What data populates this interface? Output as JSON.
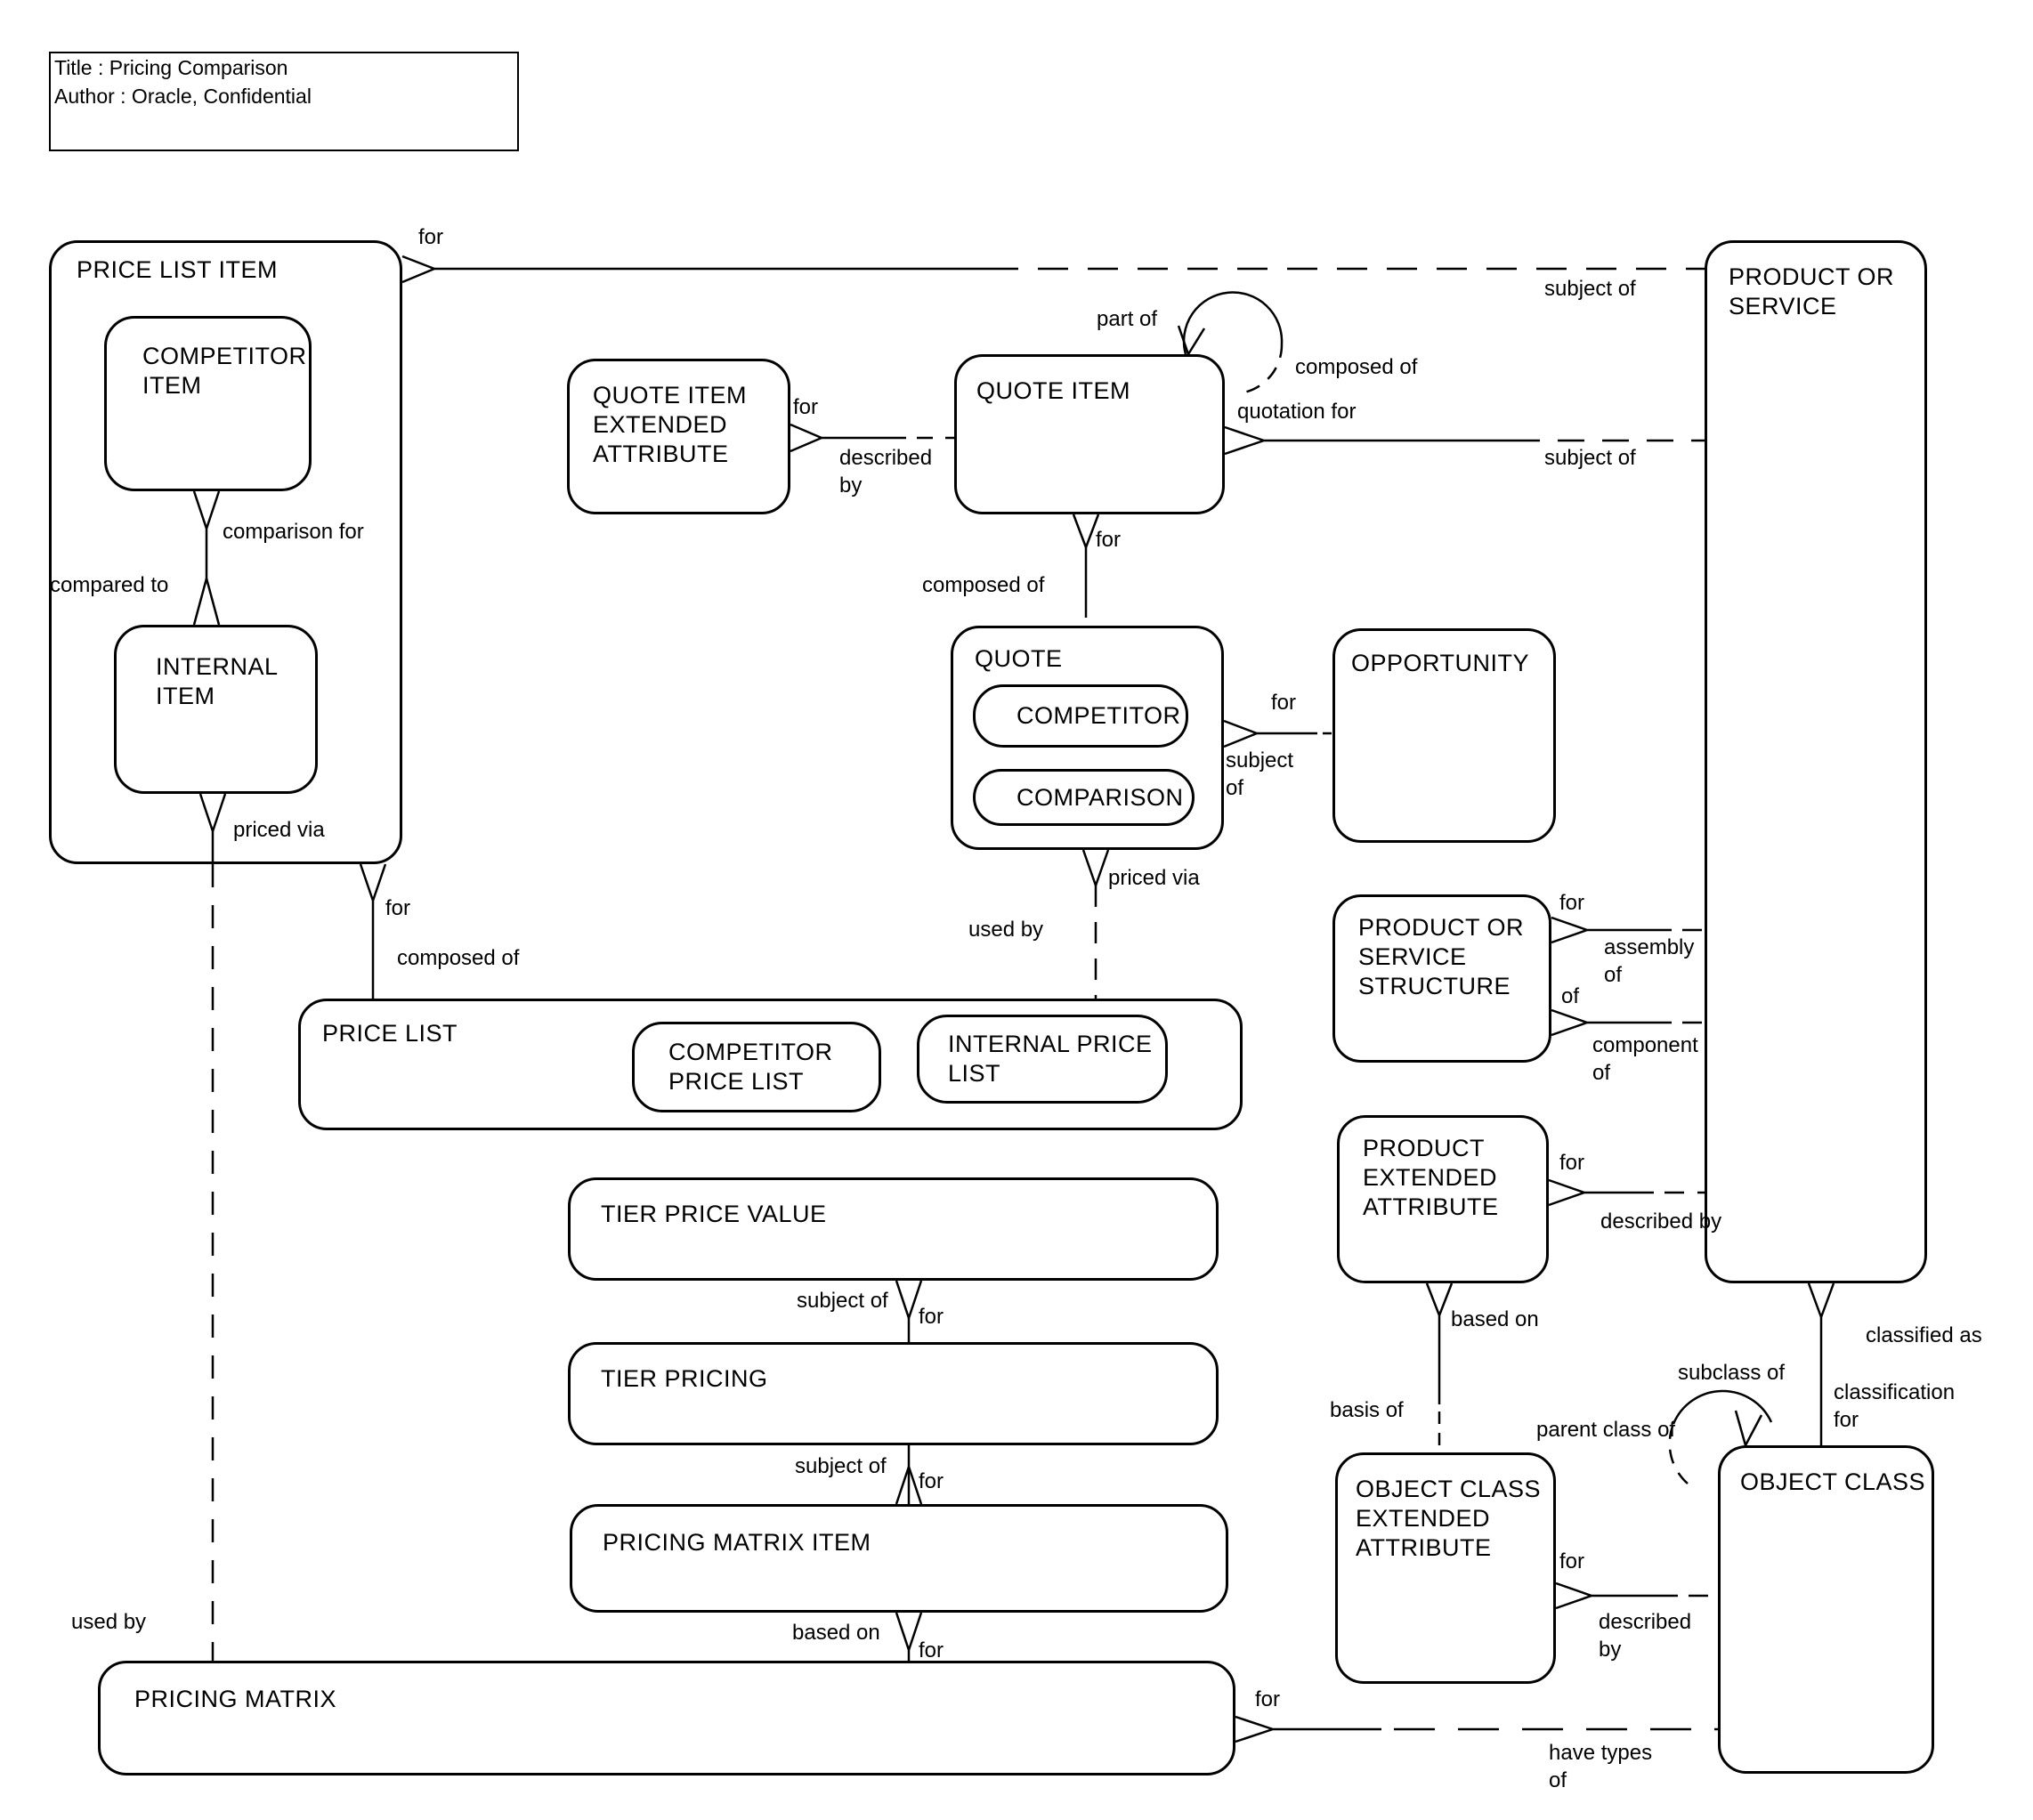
{
  "title_box": {
    "title": "Title : Pricing Comparison",
    "author": "Author : Oracle, Confidential"
  },
  "entities": {
    "price_list_item": "PRICE LIST ITEM",
    "competitor_item": "COMPETITOR\nITEM",
    "internal_item": "INTERNAL\nITEM",
    "quote_item_extended_attribute": "QUOTE ITEM\nEXTENDED\nATTRIBUTE",
    "quote_item": "QUOTE ITEM",
    "product_or_service": "PRODUCT OR\nSERVICE",
    "quote": "QUOTE",
    "competitor": "COMPETITOR",
    "comparison": "COMPARISON",
    "opportunity": "OPPORTUNITY",
    "product_or_service_structure": "PRODUCT OR\nSERVICE\nSTRUCTURE",
    "product_extended_attribute": "PRODUCT\nEXTENDED\nATTRIBUTE",
    "price_list": "PRICE LIST",
    "competitor_price_list": "COMPETITOR\nPRICE LIST",
    "internal_price_list": "INTERNAL PRICE\nLIST",
    "tier_price_value": "TIER PRICE VALUE",
    "tier_pricing": "TIER PRICING",
    "pricing_matrix_item": "PRICING MATRIX ITEM",
    "pricing_matrix": "PRICING MATRIX",
    "object_class_extended_attribute": "OBJECT CLASS\nEXTENDED\nATTRIBUTE",
    "object_class": "OBJECT CLASS"
  },
  "rel_labels": {
    "pli_ps_for": "for",
    "pli_ps_subject_of": "subject of",
    "qiea_for": "for",
    "qiea_described_by": "described\nby",
    "qi_part_of": "part of",
    "qi_composed_of": "composed of",
    "qi_quotation_for": "quotation for",
    "qi_ps_subject_of": "subject of",
    "qi_quote_for": "for",
    "qi_quote_composed_of": "composed of",
    "ci_comparison_for": "comparison for",
    "ci_compared_to": "compared to",
    "ii_priced_via": "priced via",
    "pli_pl_for": "for",
    "pli_pl_composed_of": "composed of",
    "quote_opp_for": "for",
    "quote_opp_subject_of": "subject\nof",
    "quote_pl_priced_via": "priced via",
    "quote_pl_used_by": "used by",
    "pss_for": "for",
    "pss_assembly_of": "assembly\nof",
    "pss_of": "of",
    "pss_component_of": "component\nof",
    "pea_for": "for",
    "pea_described_by": "described by",
    "pea_based_on": "based on",
    "ocea_basis_of": "basis of",
    "ps_classified_as": "classified as",
    "ps_classification_for": "classification\nfor",
    "oc_subclass_of": "subclass of",
    "oc_parent_class_of": "parent class of",
    "tpv_subject_of": "subject of",
    "tpv_for": "for",
    "tp_subject_of": "subject of",
    "tp_for": "for",
    "pmi_based_on": "based on",
    "pmi_for": "for",
    "pm_used_by": "used by",
    "pm_oc_for": "for",
    "pm_have_types_of": "have types\nof",
    "ocea_for": "for",
    "ocea_described_by": "described\nby"
  }
}
